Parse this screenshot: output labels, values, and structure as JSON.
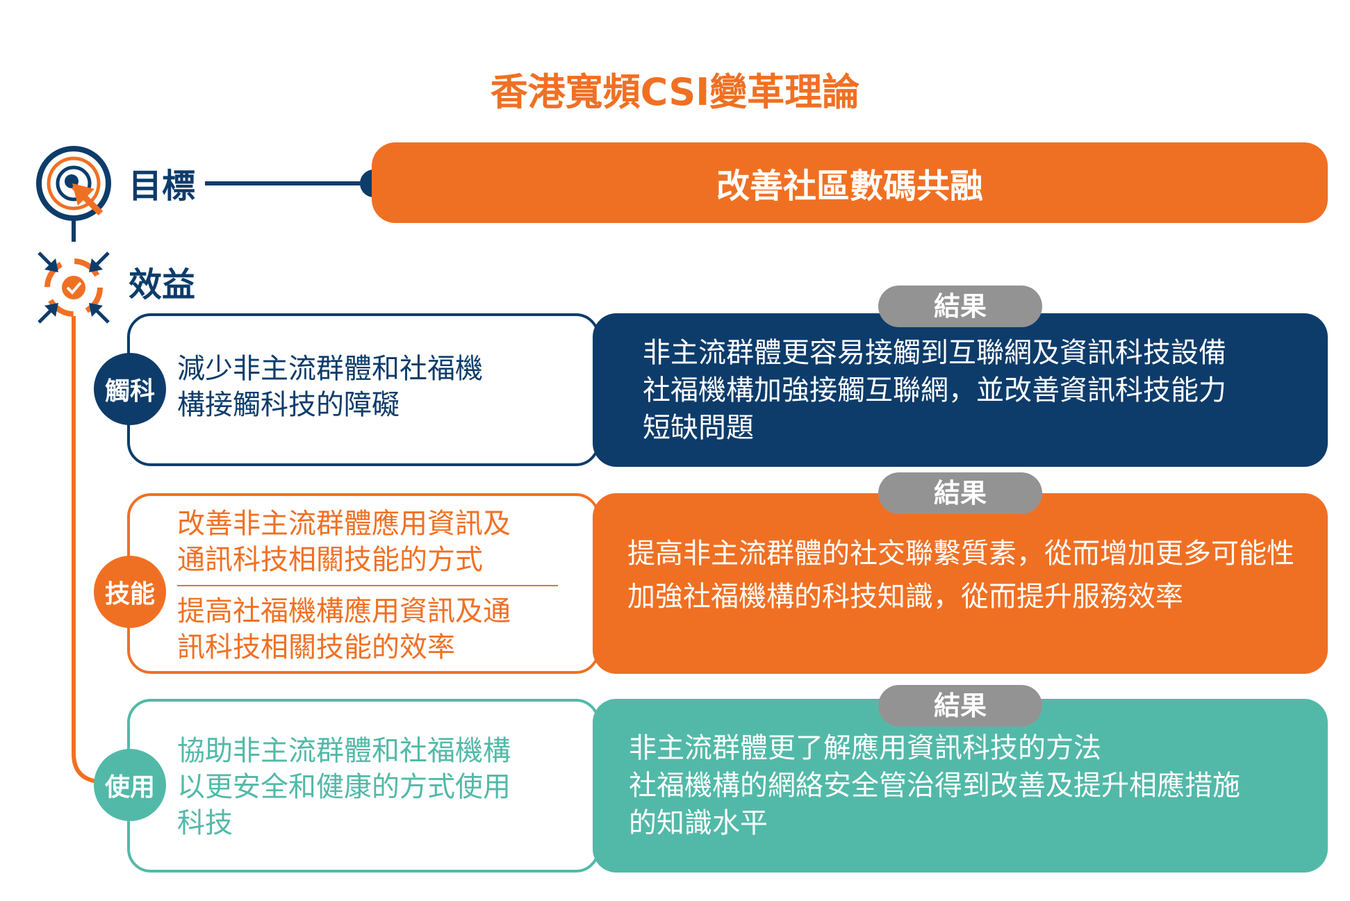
{
  "title": "香港寬頻CSI變革理論",
  "goal": {
    "label": "目標",
    "text": "改善社區數碼共融"
  },
  "benefit": {
    "label": "效益"
  },
  "result_label": "結果",
  "rows": [
    {
      "tag": "觸科",
      "left": [
        "減少非主流群體和社福機",
        "構接觸科技的障礙"
      ],
      "right": [
        "非主流群體更容易接觸到互聯網及資訊科技設備",
        "社福機構加強接觸互聯網，並改善資訊科技能力",
        "短缺問題"
      ]
    },
    {
      "tag": "技能",
      "left": [
        "改善非主流群體應用資訊及",
        "通訊科技相關技能的方式"
      ],
      "left2": [
        "提高社福機構應用資訊及通",
        "訊科技相關技能的效率"
      ],
      "right": [
        "提高非主流群體的社交聯繫質素，從而增加更多可能性",
        "加強社福機構的科技知識，從而提升服務效率"
      ]
    },
    {
      "tag": "使用",
      "left": [
        "協助非主流群體和社福機構",
        "以更安全和健康的方式使用",
        "科技"
      ],
      "right": [
        "非主流群體更了解應用資訊科技的方法",
        "社福機構的網絡安全管治得到改善及提升相應措施",
        "的知識水平"
      ]
    }
  ],
  "colors": {
    "navy": "#0d3c6b",
    "orange": "#f07023",
    "teal": "#52b9a8",
    "gray": "#939393"
  }
}
